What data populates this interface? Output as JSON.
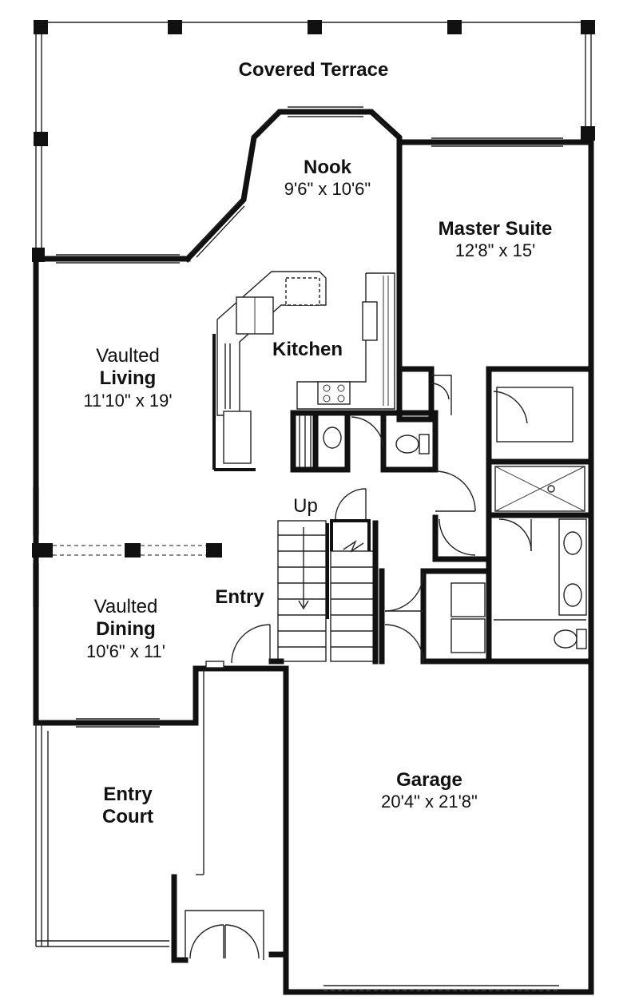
{
  "rooms": {
    "covered_terrace": {
      "name": "Covered Terrace"
    },
    "nook": {
      "name": "Nook",
      "dims": "9'6\" x 10'6\""
    },
    "master_suite": {
      "name": "Master Suite",
      "dims": "12'8\" x 15'"
    },
    "kitchen": {
      "name": "Kitchen"
    },
    "living": {
      "prefix": "Vaulted",
      "name": "Living",
      "dims": "11'10\" x 19'"
    },
    "dining": {
      "prefix": "Vaulted",
      "name": "Dining",
      "dims": "10'6\" x 11'"
    },
    "entry": {
      "name": "Entry"
    },
    "stair": {
      "label": "Up"
    },
    "entry_court": {
      "name_line1": "Entry",
      "name_line2": "Court"
    },
    "garage": {
      "name": "Garage",
      "dims": "20'4\" x 21'8\""
    }
  }
}
